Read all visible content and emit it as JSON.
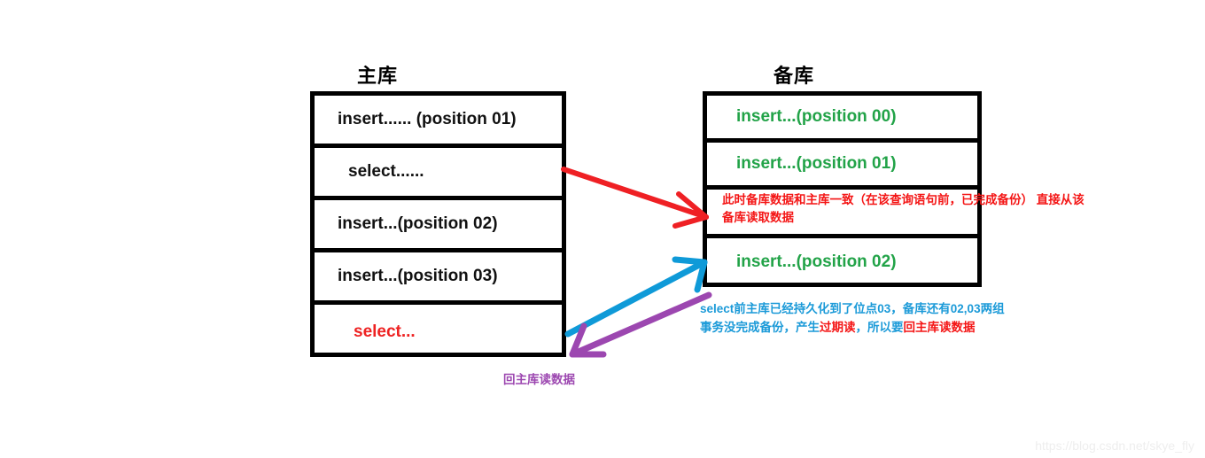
{
  "diagram": {
    "master": {
      "title": "主库",
      "rows": [
        {
          "text": "insert...... (position 01)",
          "style": "black"
        },
        {
          "text": "select......",
          "style": "black-indent"
        },
        {
          "text": "insert...(position 02)",
          "style": "black"
        },
        {
          "text": "insert...(position 03)",
          "style": "black"
        },
        {
          "text": "select...",
          "style": "red"
        }
      ]
    },
    "standby": {
      "title": "备库",
      "rows": [
        {
          "text": "insert...(position 00)",
          "style": "green"
        },
        {
          "text": "insert...(position 01)",
          "style": "green"
        },
        {
          "text": "此时备库数据和主库一致（在该查询语句前，已完成备份）  直接从该备库读取数据",
          "style": "red-annotation"
        },
        {
          "text": "insert...(position 02)",
          "style": "green"
        }
      ]
    },
    "annotations": {
      "blue_note": {
        "part1": "select前主库已经持久化到了位点03，备库还有02,03两组事务没完成备份，产生",
        "highlight1": "过期读",
        "part2": "，所以要",
        "highlight2": "回主库读数据"
      },
      "purple_note": "回主库读数据"
    },
    "arrows": [
      {
        "name": "master-select-to-standby",
        "color": "#ef2024"
      },
      {
        "name": "master-select-to-standby-stale",
        "color": "#0f9ad8"
      },
      {
        "name": "standby-back-to-master",
        "color": "#9c47b0"
      }
    ],
    "colors": {
      "red": "#f41515",
      "green": "#22a348",
      "blue": "#1b9ad8",
      "purple": "#9c47b0",
      "black": "#000000"
    }
  },
  "watermark": "https://blog.csdn.net/skye_fly"
}
